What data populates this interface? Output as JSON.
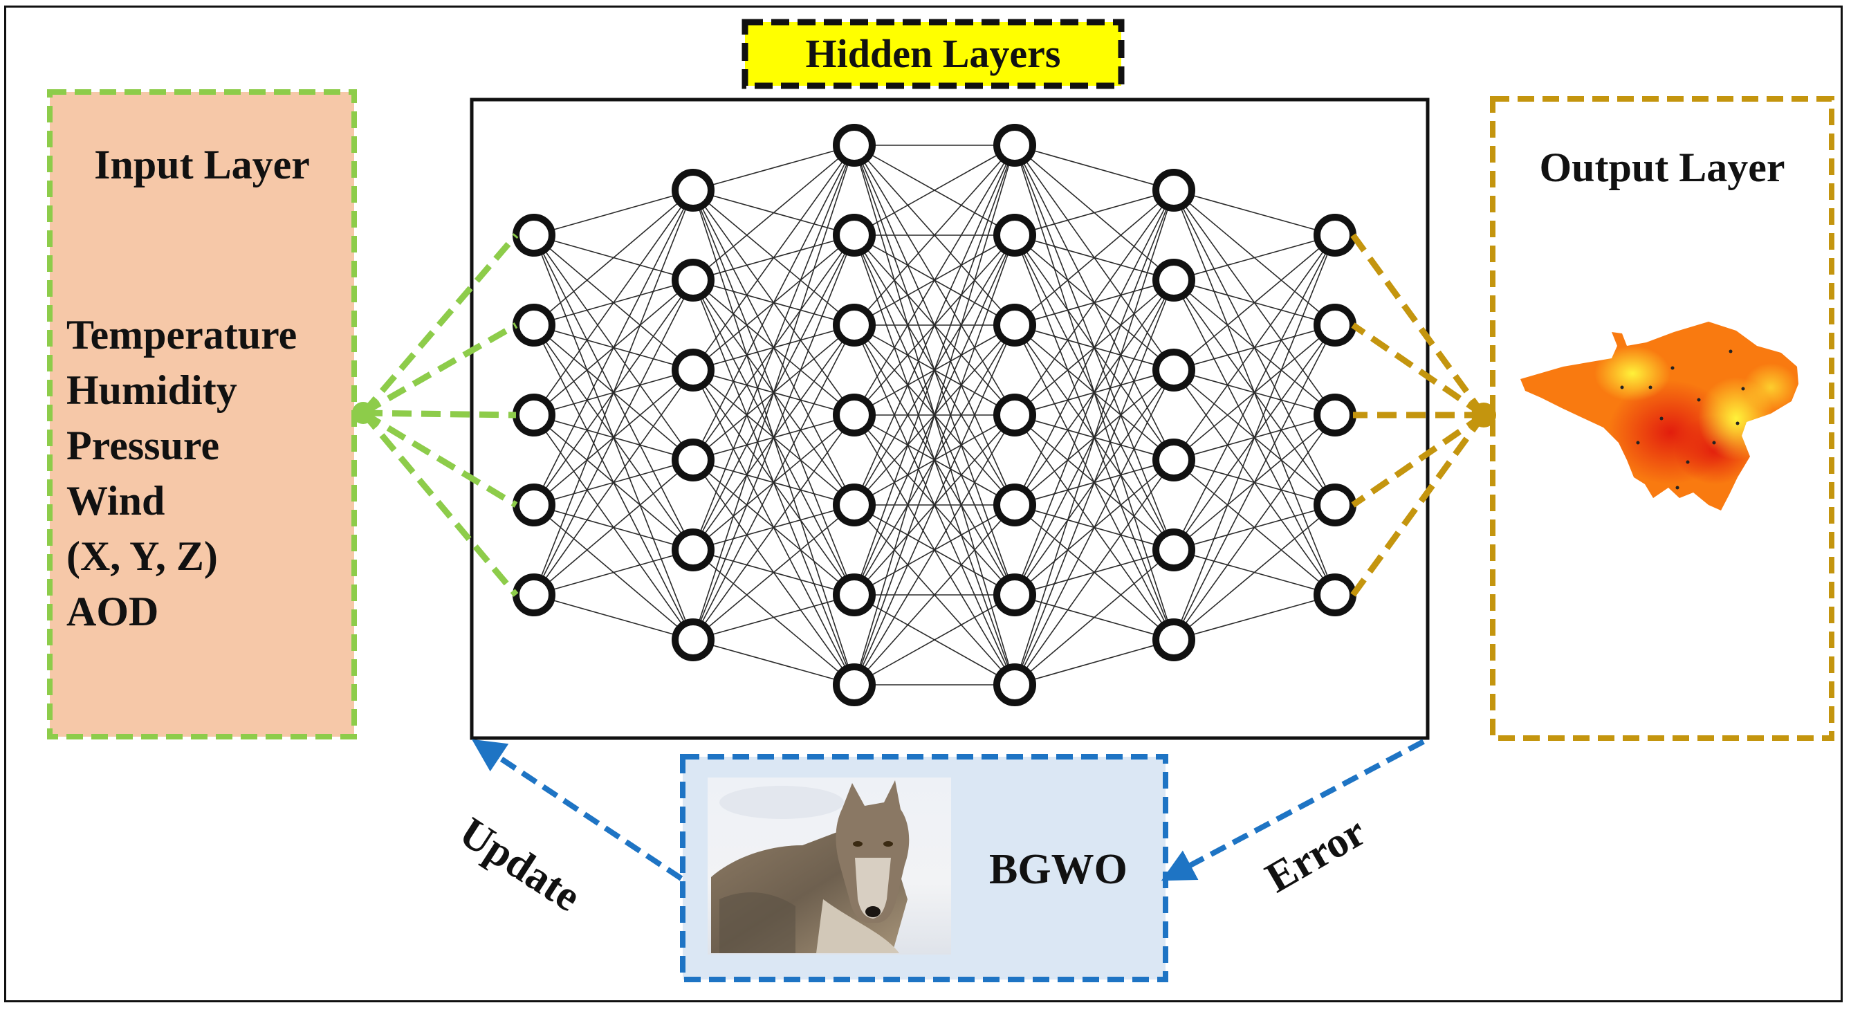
{
  "hidden_layers": {
    "title": "Hidden Layers"
  },
  "input_layer": {
    "title": "Input Layer",
    "variables": [
      "Temperature",
      "Humidity",
      "Pressure",
      "Wind",
      "(X, Y, Z)",
      "AOD"
    ]
  },
  "output_layer": {
    "title": "Output Layer"
  },
  "optimizer": {
    "label": "BGWO",
    "image_subject": "wolf"
  },
  "arrows": {
    "update": "Update",
    "error": "Error"
  },
  "network": {
    "layer_sizes": [
      5,
      6,
      7,
      7,
      6,
      5
    ]
  },
  "colors": {
    "input_green": "#8dcc4a",
    "input_fill": "#f6c8a8",
    "output_gold": "#c4950e",
    "optimizer_blue": "#1e74c4",
    "optimizer_fill": "#dbe7f4",
    "title_yellow": "#ffff00",
    "map_red": "#e21d0d",
    "map_orange": "#f97a10",
    "map_yellow": "#fff23a"
  }
}
